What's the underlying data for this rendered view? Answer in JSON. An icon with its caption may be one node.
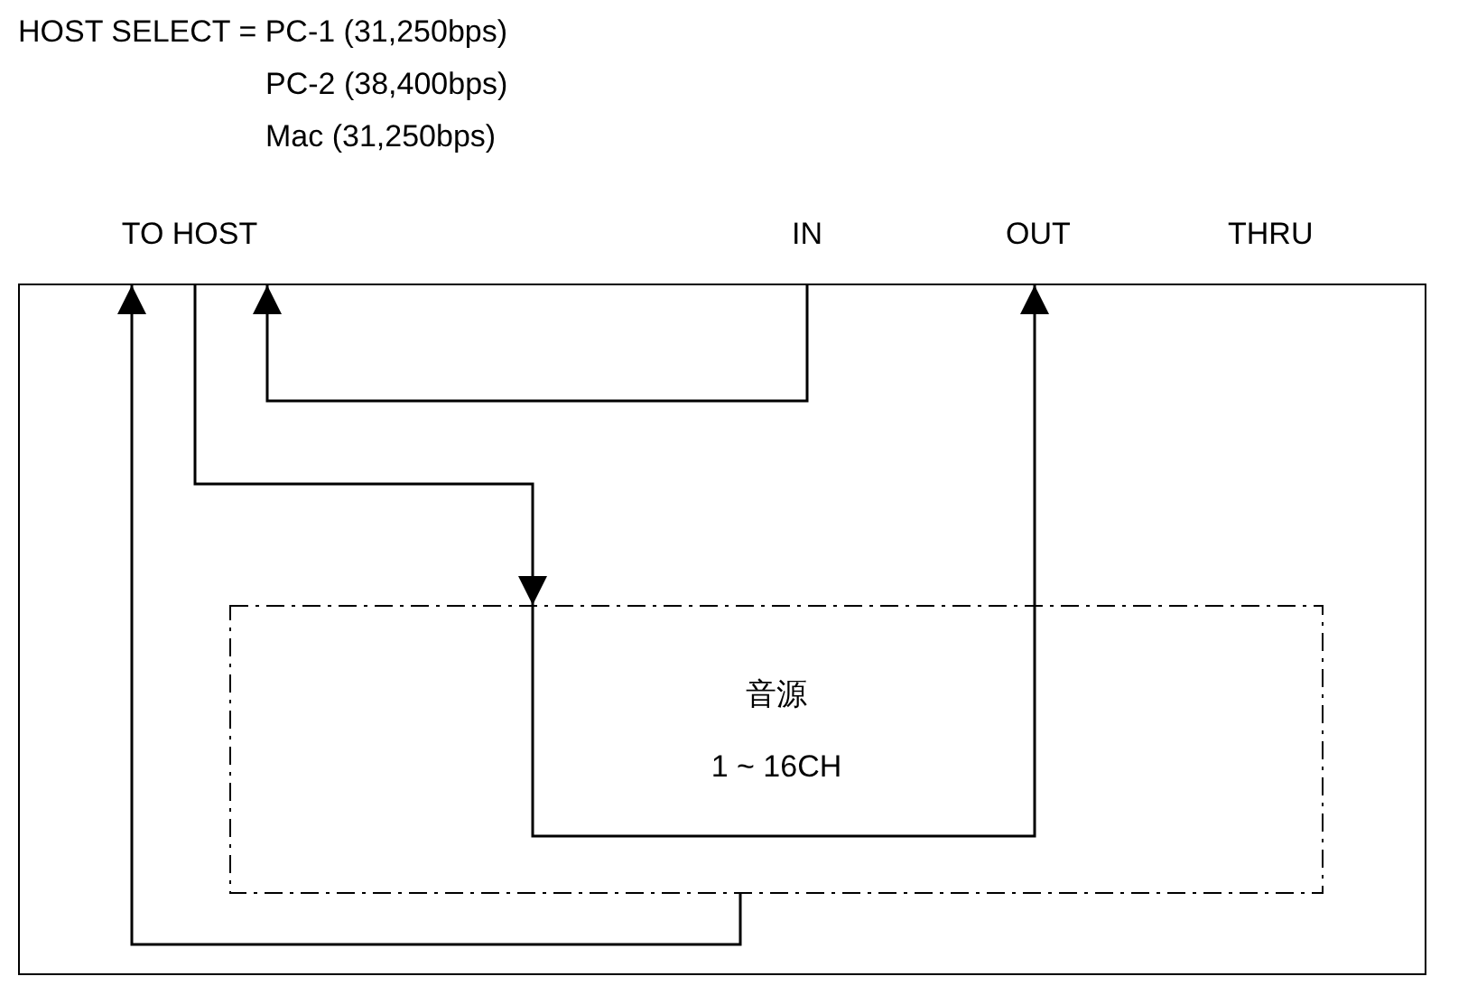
{
  "diagram": {
    "nodes": [
      {
        "text": [],
        "shape": "box"
      },
      {
        "text": [
          "TO HOST"
        ]
      },
      {
        "text": [
          "IN"
        ]
      },
      {
        "text": [
          "OUT"
        ]
      },
      {
        "text": [
          "音源",
          "1 ~ 16CH"
        ],
        "in": 0
      }
    ],
    "edges": [
      {
        "from": 2,
        "to": 1,
        "arrow": "to"
      },
      {
        "from": 1,
        "to": 4,
        "arrow": "to"
      },
      {
        "from": 4,
        "to": 3,
        "arrow": "to"
      },
      {
        "from": 4,
        "to": 1,
        "arrow": "to"
      }
    ],
    "labels": [
      "HOST SELECT = PC-1 (31,250bps)",
      "PC-2 (38,400bps)",
      "Mac (31,250bps)",
      "THRU"
    ]
  }
}
